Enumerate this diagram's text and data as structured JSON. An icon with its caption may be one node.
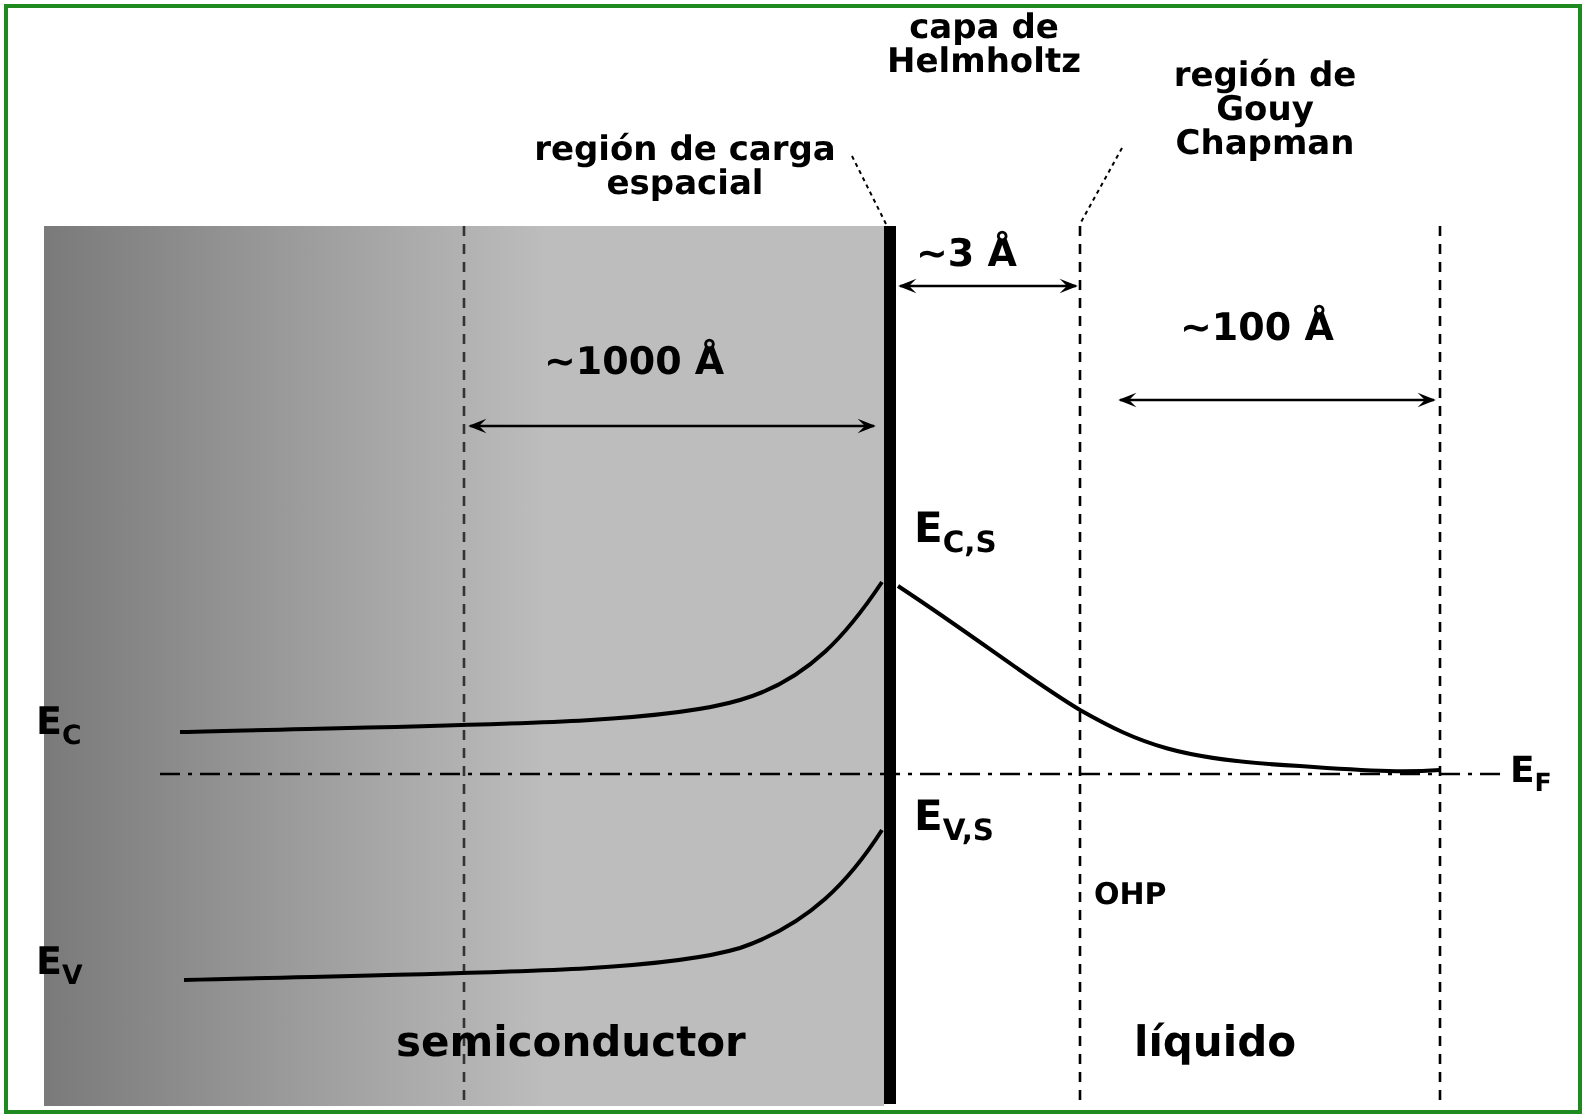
{
  "diagram": {
    "labels": [
      "capa de Helmholtz",
      "región de Gouy Chapman",
      "región de carga espacial",
      "~3 Å",
      "~1000 Å",
      "~100 Å",
      "E$_{C,S}$",
      "E$_{C}$",
      "E$_{F}$",
      "E$_{V,S}$",
      "OHP",
      "E$_{V}$",
      "semiconductor",
      "líquido"
    ]
  }
}
